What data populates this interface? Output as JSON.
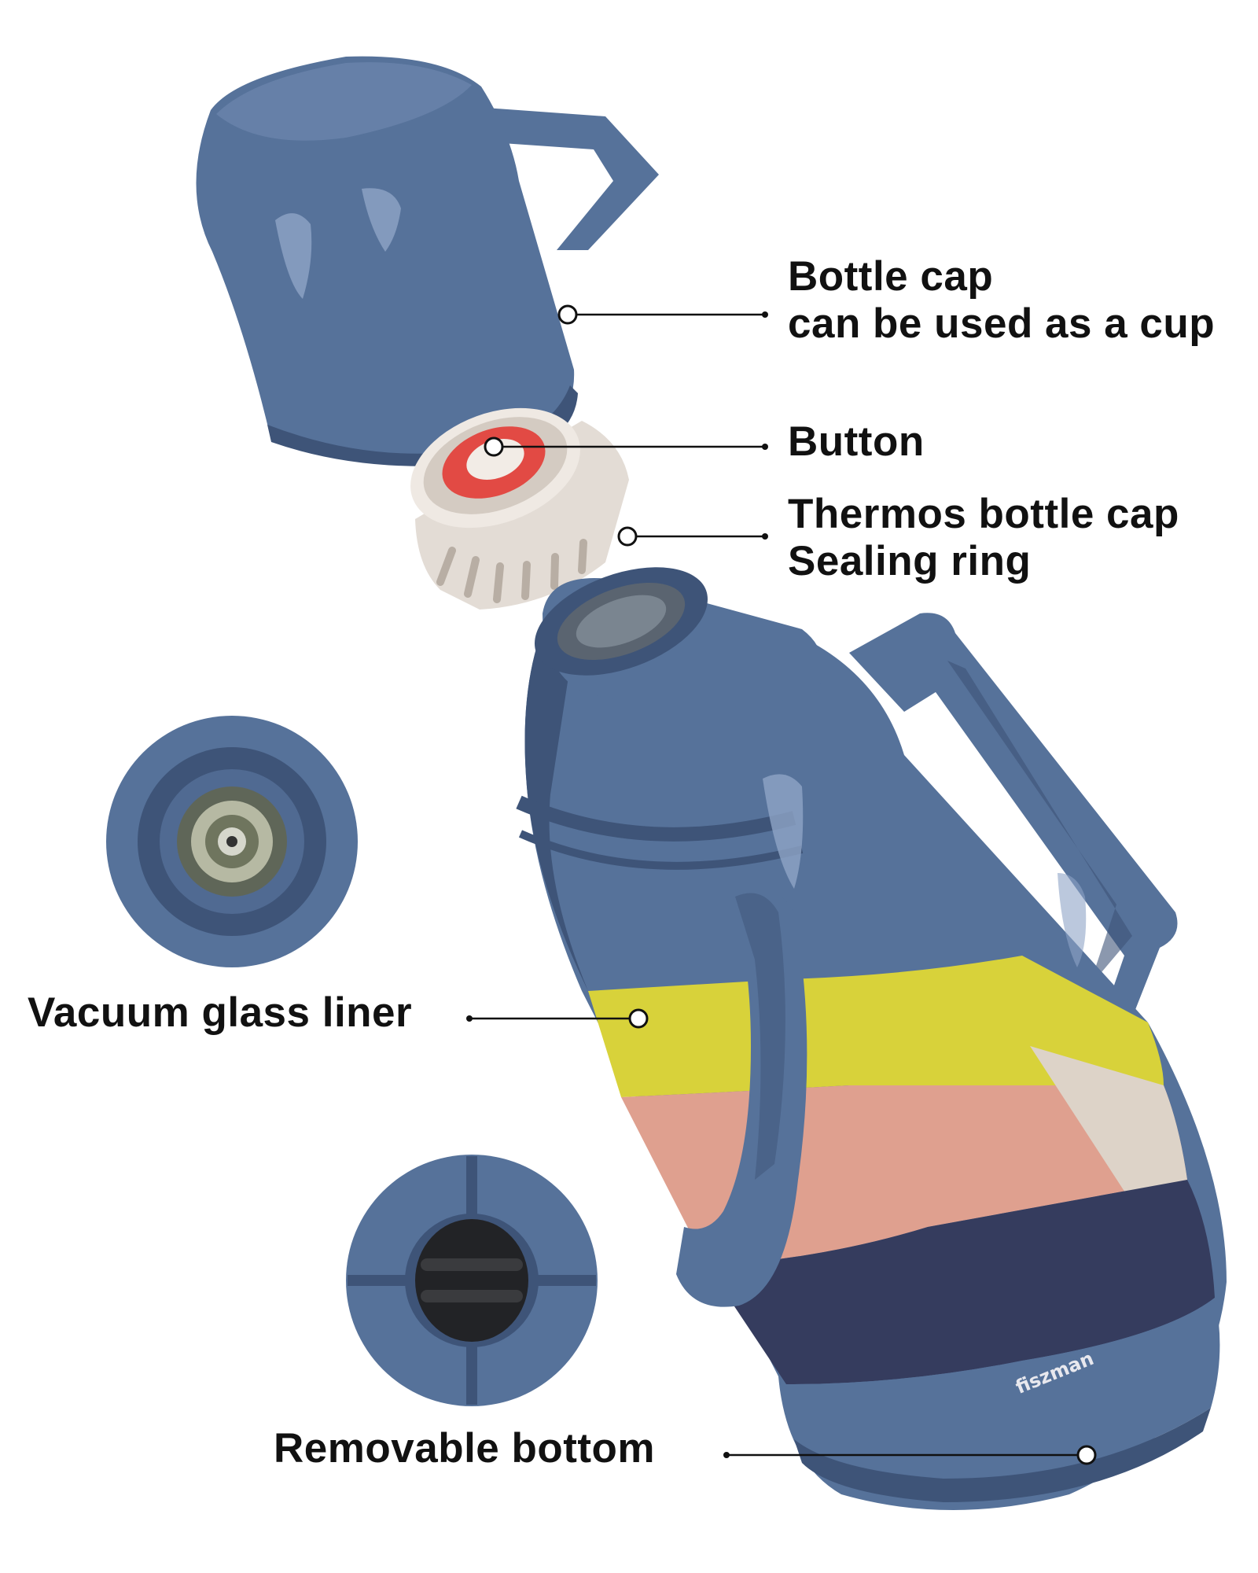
{
  "labels": {
    "bottle_cap_line1": "Bottle cap",
    "bottle_cap_line2": "can be used as a cup",
    "button": "Button",
    "thermos_cap_line1": "Thermos bottle cap",
    "thermos_cap_line2": "Sealing ring",
    "vacuum_liner": "Vacuum glass liner",
    "removable_bottom": "Removable bottom"
  },
  "brand": "fiszman",
  "colors": {
    "body_blue": "#56729a",
    "dark_blue": "#3e5478",
    "yellow": "#d8d23a",
    "pink": "#dfa08f",
    "cream": "#ddd3c8",
    "navy": "#353c5e",
    "button_red": "#e24a44",
    "cap_beige": "#e3dcd5"
  }
}
